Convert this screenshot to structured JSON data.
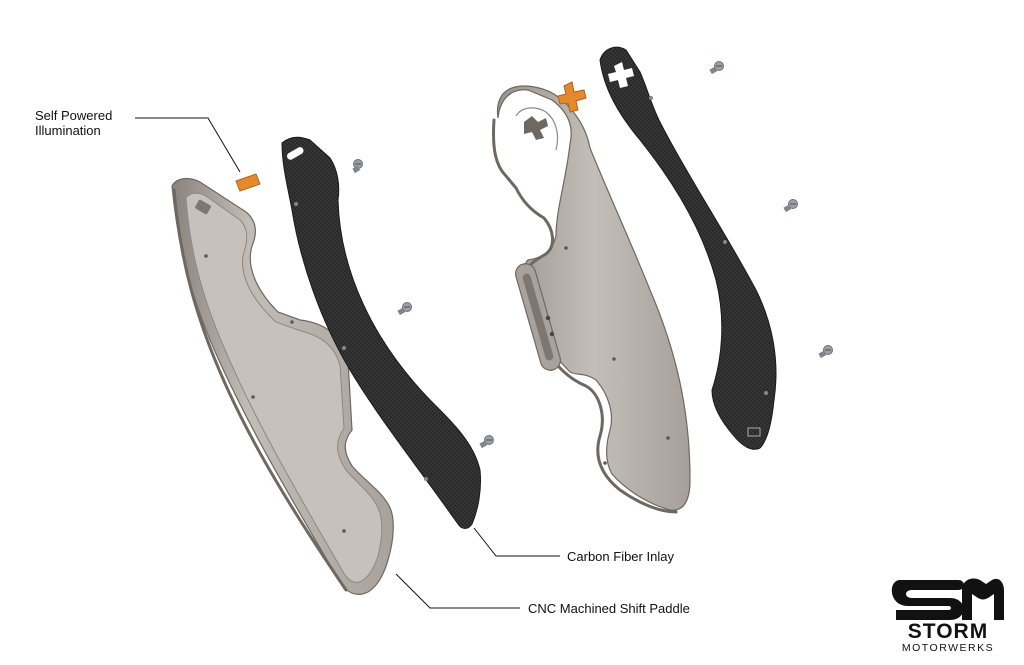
{
  "callouts": {
    "illumination": "Self Powered Illumination",
    "inlay": "Carbon Fiber Inlay",
    "paddle": "CNC Machined Shift Paddle"
  },
  "logo": {
    "storm": "STORM",
    "motorwerks": "MOTORWERKS"
  },
  "colors": {
    "aluminum_face": "#b9b3ad",
    "aluminum_edge": "#8f8882",
    "carbon": "#2b2b2b",
    "illumination_part": "#e58a2c",
    "screw": "#9aa0a6",
    "leader_line": "#111111"
  }
}
